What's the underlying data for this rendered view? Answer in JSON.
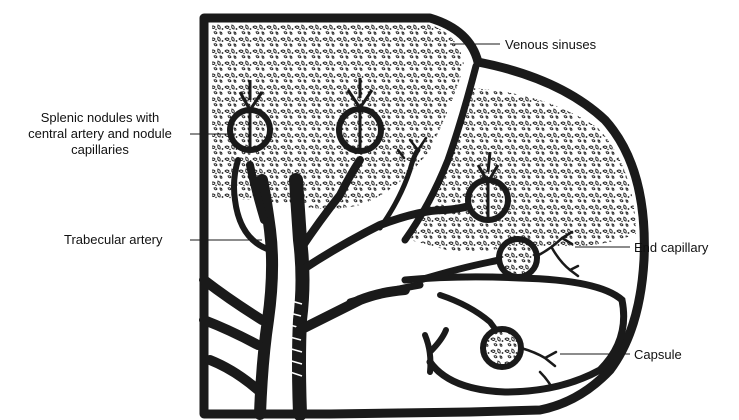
{
  "labels": {
    "venous_sinuses": "Venous sinuses",
    "splenic_nodules": [
      "Splenic nodules with",
      "central artery and nodule",
      "capillaries"
    ],
    "trabecular_artery": "Trabecular artery",
    "end_capillary": "End capillary",
    "capsule": "Capsule"
  },
  "colors": {
    "ink": "#1a1a1a",
    "paper": "#ffffff"
  }
}
